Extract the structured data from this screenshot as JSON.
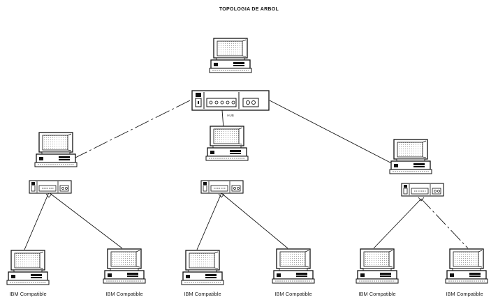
{
  "title": "TOPOLOGIA DE ARBOL",
  "root_hub_label": "HUB",
  "leaf_labels": [
    "IBM Compatible",
    "IBM Compatible",
    "IBM Compatible",
    "IBM Compatible",
    "IBM Compatible",
    "IBM Compatible"
  ]
}
